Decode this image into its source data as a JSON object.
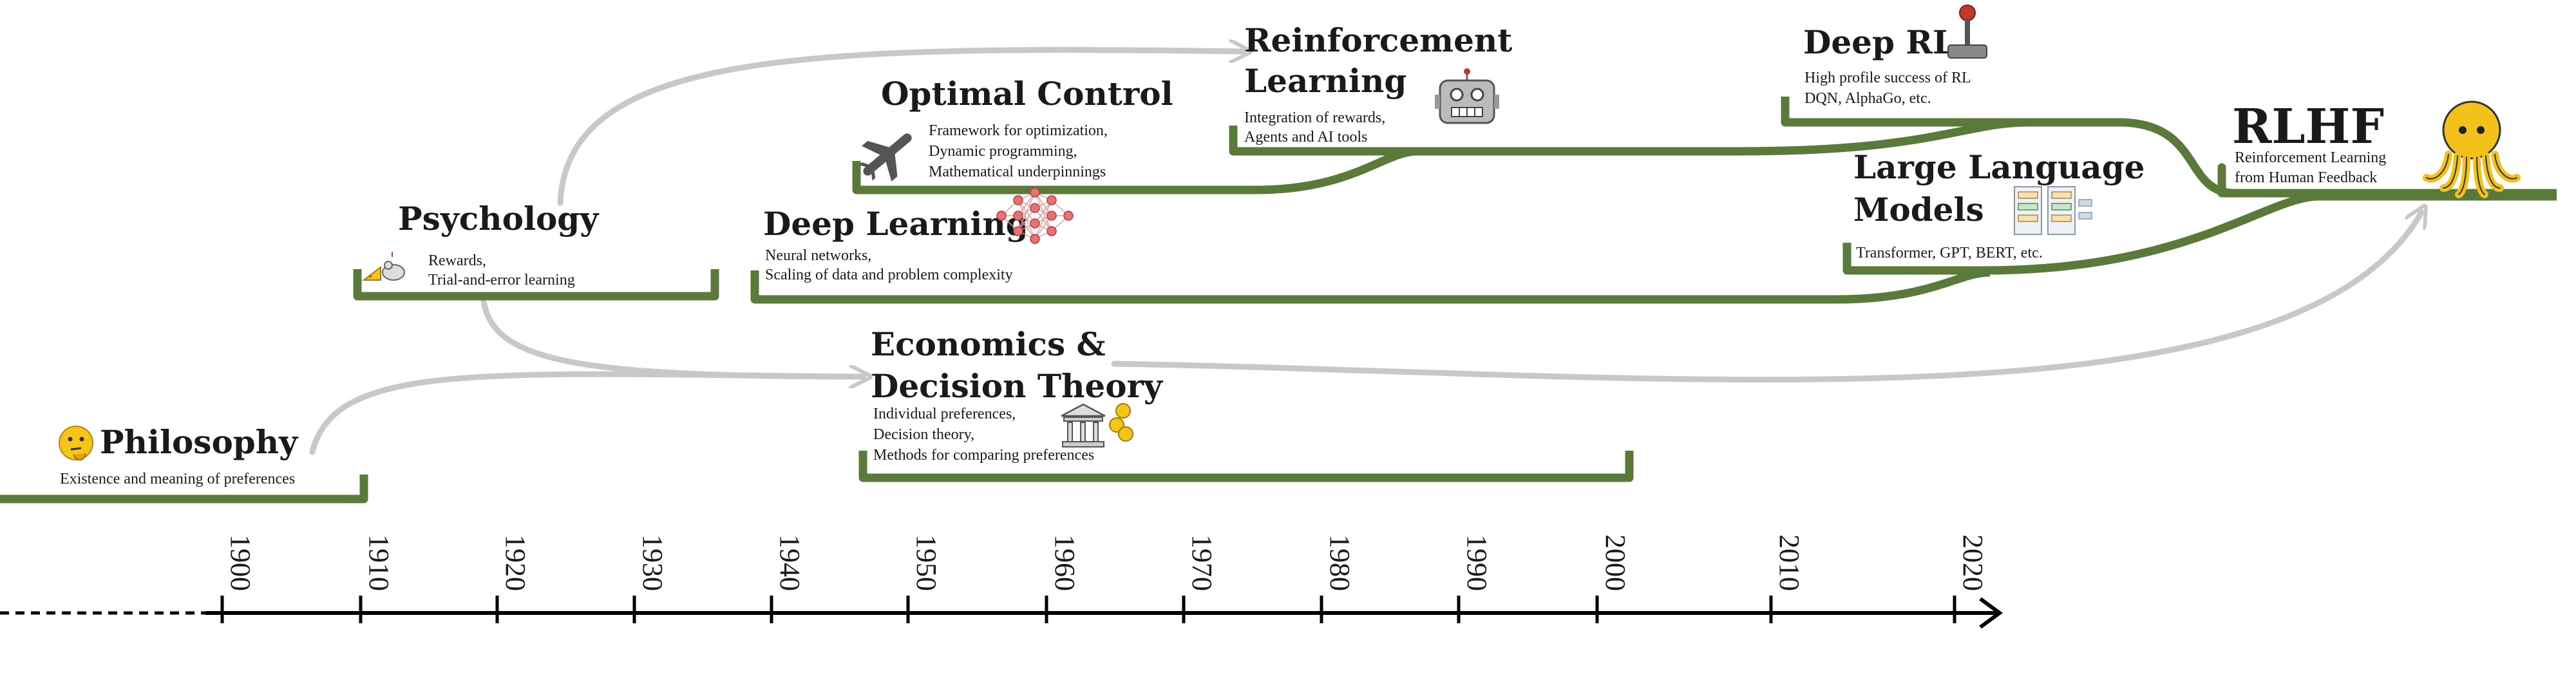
{
  "colors": {
    "track": "#5a7a3a",
    "flow": "#c8c8c8",
    "axis": "#000000",
    "text": "#1a1a1a",
    "emoji_yellow": "#f5c518",
    "rlhf_yellow": "#f2c21b"
  },
  "axis": {
    "ticks": [
      "1900",
      "1910",
      "1920",
      "1930",
      "1940",
      "1950",
      "1960",
      "1970",
      "1980",
      "1990",
      "2000",
      "2010",
      "2020"
    ]
  },
  "nodes": {
    "philosophy": {
      "title": "Philosophy",
      "desc": [
        "Existence and meaning of preferences"
      ],
      "icon": "thinking-face-icon"
    },
    "psychology": {
      "title": "Psychology",
      "desc": [
        "Rewards,",
        "Trial-and-error learning"
      ],
      "icon": "mouse-cheese-icon"
    },
    "optimal_control": {
      "title": "Optimal Control",
      "desc": [
        "Framework for optimization,",
        "Dynamic programming,",
        "Mathematical underpinnings"
      ],
      "icon": "airplane-icon"
    },
    "reinforcement_learning": {
      "title_lines": [
        "Reinforcement",
        "Learning"
      ],
      "desc": [
        "Integration of rewards,",
        "Agents and AI tools"
      ],
      "icon": "robot-icon"
    },
    "deep_learning": {
      "title": "Deep Learning",
      "desc": [
        "Neural networks,",
        "Scaling of data and problem complexity"
      ],
      "icon": "neural-network-icon"
    },
    "economics": {
      "title_lines": [
        "Economics &",
        "Decision Theory"
      ],
      "desc": [
        "Individual preferences,",
        "Decision theory,",
        "Methods for comparing preferences"
      ],
      "icon": "bank-coins-icon"
    },
    "deep_rl": {
      "title": "Deep RL",
      "desc": [
        "High profile success of RL",
        "DQN, AlphaGo, etc."
      ],
      "icon": "joystick-icon"
    },
    "llm": {
      "title_lines": [
        "Large Language",
        "Models"
      ],
      "desc": [
        "Transformer, GPT, BERT, etc."
      ],
      "icon": "transformer-diagram-icon"
    },
    "rlhf": {
      "title": "RLHF",
      "desc": [
        "Reinforcement Learning",
        "from Human Feedback"
      ],
      "icon": "octopus-icon"
    }
  }
}
